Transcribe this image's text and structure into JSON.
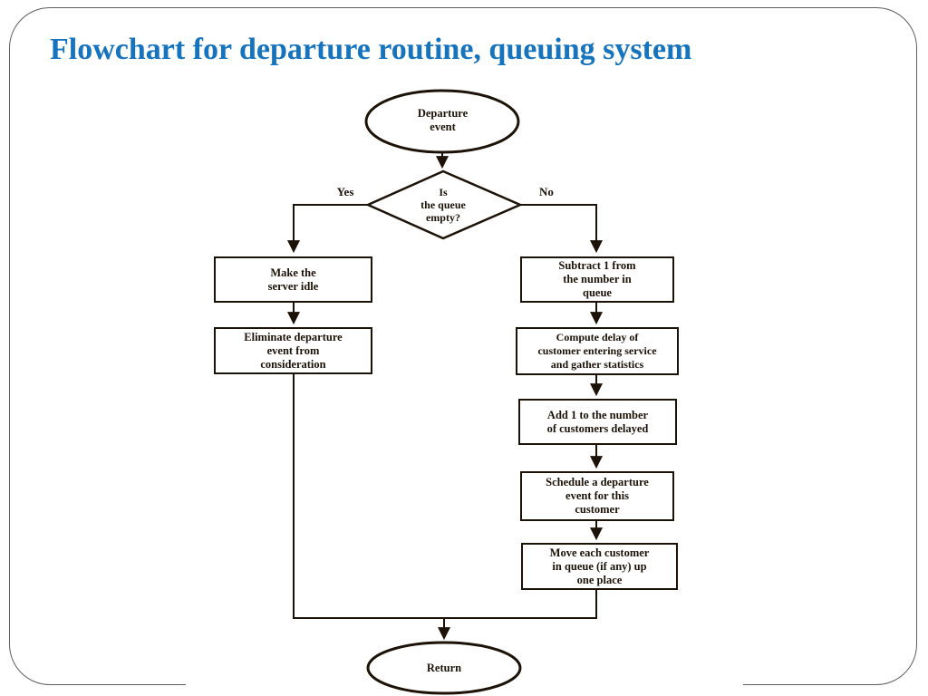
{
  "slide": {
    "title": "Flowchart for departure routine, queuing system",
    "title_color": "#1673BE",
    "background_color": "#ffffff",
    "frame_color": "#5f5f5f"
  },
  "flowchart": {
    "ink_color": "#1c1208",
    "edge_labels": {
      "yes": "Yes",
      "no": "No"
    },
    "nodes": {
      "start": {
        "type": "oval",
        "label": "Departure\nevent"
      },
      "decision": {
        "type": "diamond",
        "label": "Is\nthe queue\nempty?"
      },
      "make_idle": {
        "type": "process",
        "label": "Make the\nserver idle"
      },
      "eliminate": {
        "type": "process",
        "label": "Eliminate departure\nevent from\nconsideration"
      },
      "subtract": {
        "type": "process",
        "label": "Subtract 1 from\nthe number in\nqueue"
      },
      "compute": {
        "type": "process",
        "label": "Compute delay of\ncustomer entering service\nand gather statistics"
      },
      "add_one": {
        "type": "process",
        "label": "Add 1 to the number\nof customers delayed"
      },
      "schedule": {
        "type": "process",
        "label": "Schedule a departure\nevent for this\ncustomer"
      },
      "move_up": {
        "type": "process",
        "label": "Move each customer\nin queue (if any) up\none place"
      },
      "end": {
        "type": "oval",
        "label": "Return"
      }
    }
  }
}
